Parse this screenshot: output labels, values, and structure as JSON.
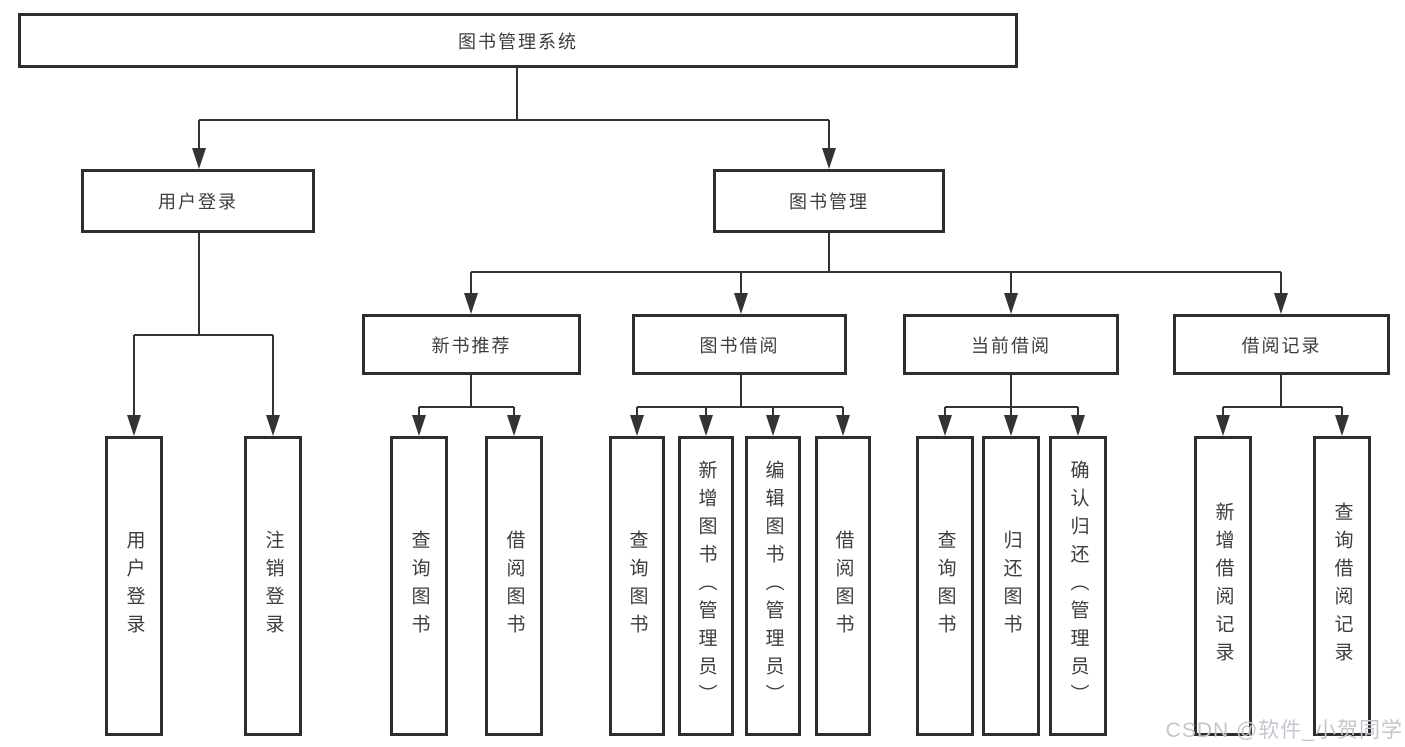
{
  "diagram": {
    "root": {
      "label": "图书管理系统"
    },
    "level2": [
      {
        "label": "用户登录"
      },
      {
        "label": "图书管理"
      }
    ],
    "level3": [
      {
        "label": "新书推荐"
      },
      {
        "label": "图书借阅"
      },
      {
        "label": "当前借阅"
      },
      {
        "label": "借阅记录"
      }
    ],
    "leaves": {
      "user_login": [
        "用户登录",
        "注销登录"
      ],
      "new_book": [
        "查询图书",
        "借阅图书"
      ],
      "book_borrow": [
        "查询图书",
        "新增图书（管理员）",
        "编辑图书（管理员）",
        "借阅图书"
      ],
      "current_borrow": [
        "查询图书",
        "归还图书",
        "确认归还（管理员）"
      ],
      "borrow_record": [
        "新增借阅记录",
        "查询借阅记录"
      ]
    }
  },
  "watermark": {
    "text": "CSDN @软件_小贺同学"
  },
  "colors": {
    "line": "#333333",
    "box_border": "#2e2e2e",
    "text": "#3d3d3d",
    "background": "#ffffff",
    "watermark": "#c3c6cc"
  }
}
